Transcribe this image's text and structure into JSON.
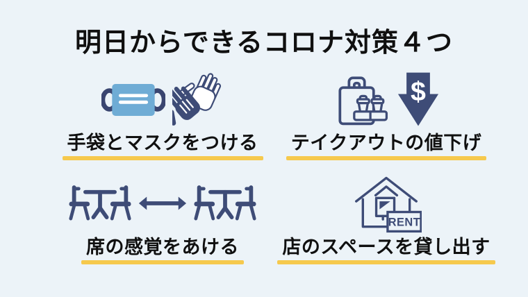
{
  "title": "明日からできるコロナ対策４つ",
  "colors": {
    "background": "#ECF3F8",
    "icon_navy": "#3E4C77",
    "mask_blue": "#6FACD5",
    "underline_yellow": "#F6C94D",
    "text_black": "#101010"
  },
  "items": [
    {
      "label": "手袋とマスクをつける",
      "icons": [
        "face-mask-icon",
        "gloves-icon"
      ]
    },
    {
      "label": "テイクアウトの値下げ",
      "icons": [
        "takeout-bag-icon",
        "price-down-arrow-icon"
      ]
    },
    {
      "label": "席の感覚をあける",
      "icons": [
        "table-and-chairs-icon",
        "distance-arrow-icon",
        "table-and-chairs-icon"
      ]
    },
    {
      "label": "店のスペースを貸し出す",
      "icons": [
        "house-rent-icon"
      ]
    }
  ],
  "price_arrow": {
    "currency_symbol": "$"
  },
  "rent_sign": {
    "text": "RENT"
  }
}
